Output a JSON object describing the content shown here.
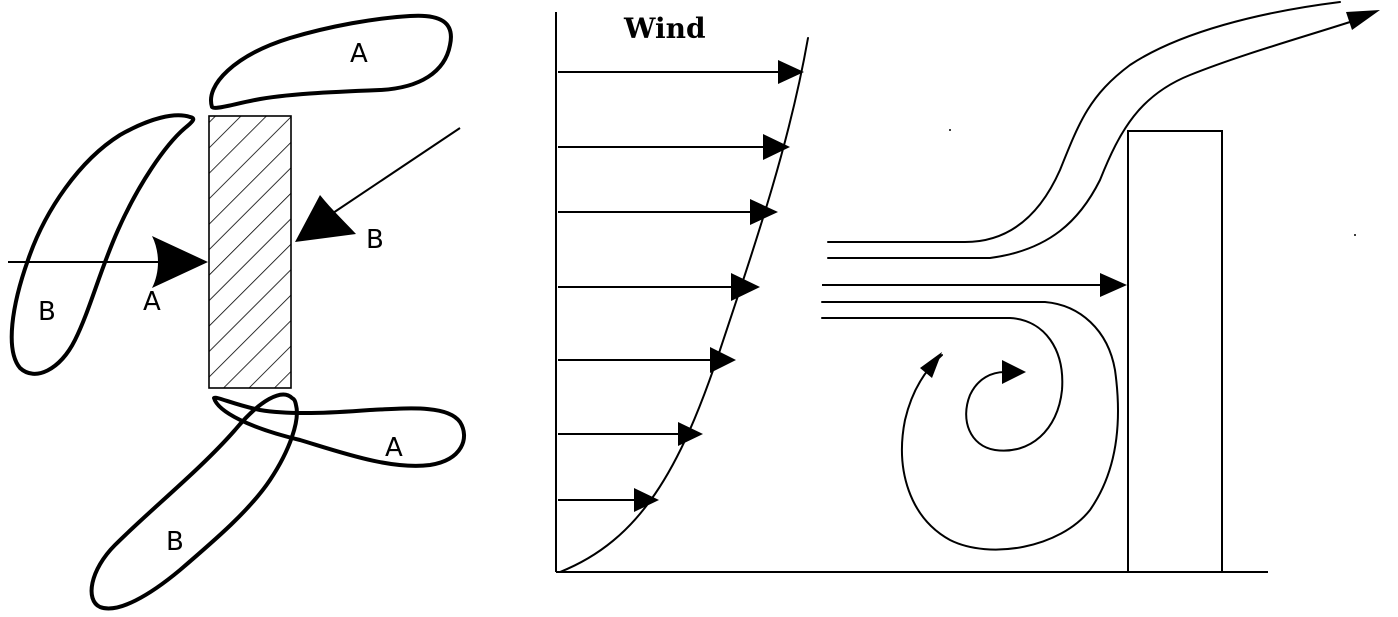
{
  "left_diagram": {
    "labels": {
      "a_top": "A",
      "a_left_arrow": "A",
      "a_bottom": "A",
      "b_left": "B",
      "b_right_arrow": "B",
      "b_bottom": "B"
    }
  },
  "right_diagram": {
    "wind_label": "Wind"
  }
}
